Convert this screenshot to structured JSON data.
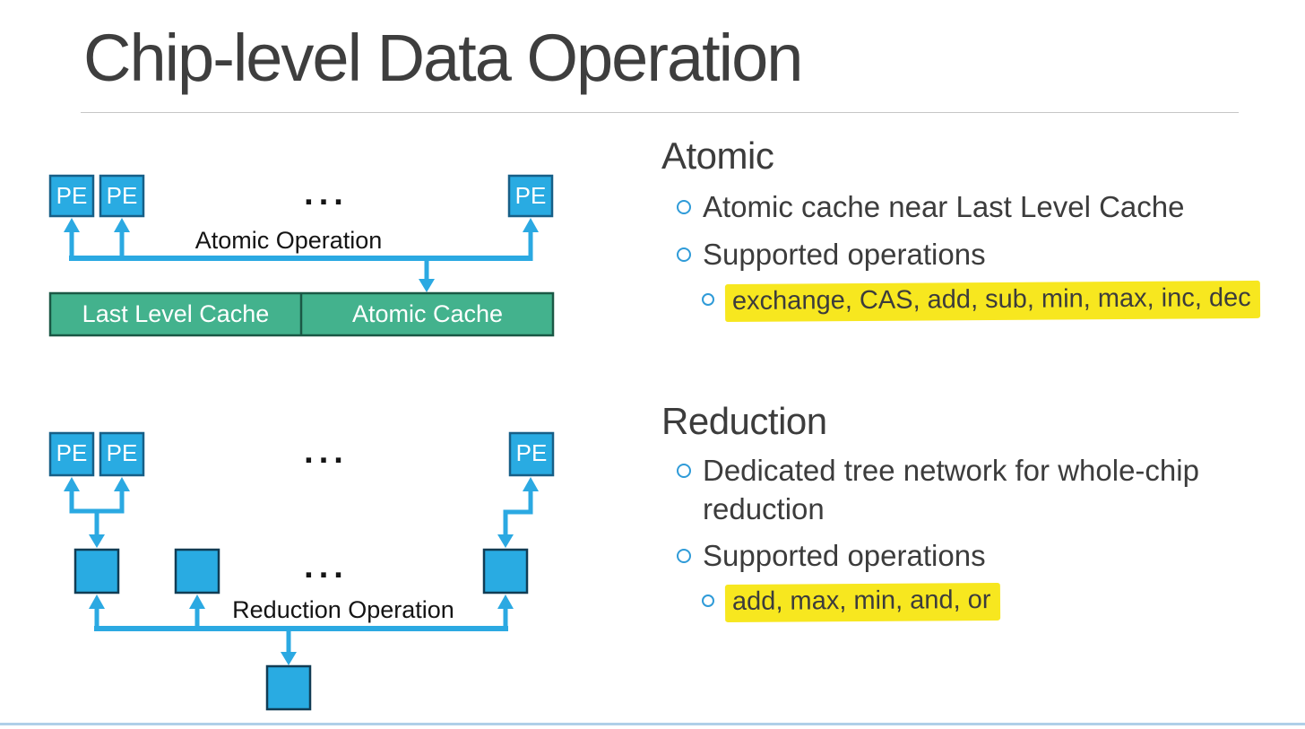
{
  "slide": {
    "title": "Chip-level Data Operation",
    "atomic_diagram": {
      "pe_label": "PE",
      "ellipsis": "...",
      "operation_label": "Atomic Operation",
      "llc_label": "Last Level Cache",
      "atomic_cache_label": "Atomic Cache"
    },
    "reduction_diagram": {
      "pe_label": "PE",
      "ellipsis_top": "...",
      "ellipsis_middle": "...",
      "operation_label": "Reduction Operation"
    },
    "atomic_section": {
      "heading": "Atomic",
      "bullet_1": "Atomic cache near Last Level Cache",
      "bullet_2": "Supported operations",
      "highlighted_operations": "exchange, CAS, add, sub, min, max, inc, dec"
    },
    "reduction_section": {
      "heading": "Reduction",
      "bullet_1": "Dedicated tree network for whole-chip reduction",
      "bullet_2": "Supported operations",
      "highlighted_operations": "add, max, min, and, or"
    },
    "colors": {
      "box_blue": "#29ABE2",
      "line_blue": "#2BA9E2",
      "green_fill": "#43B28D",
      "green_border": "#1B5845",
      "highlight_yellow": "#F7E71F",
      "bullet_circle_blue": "#2F9BD8",
      "title_gray": "#3E3E3E",
      "bottom_accent_blue": "#AFCFE8"
    }
  }
}
